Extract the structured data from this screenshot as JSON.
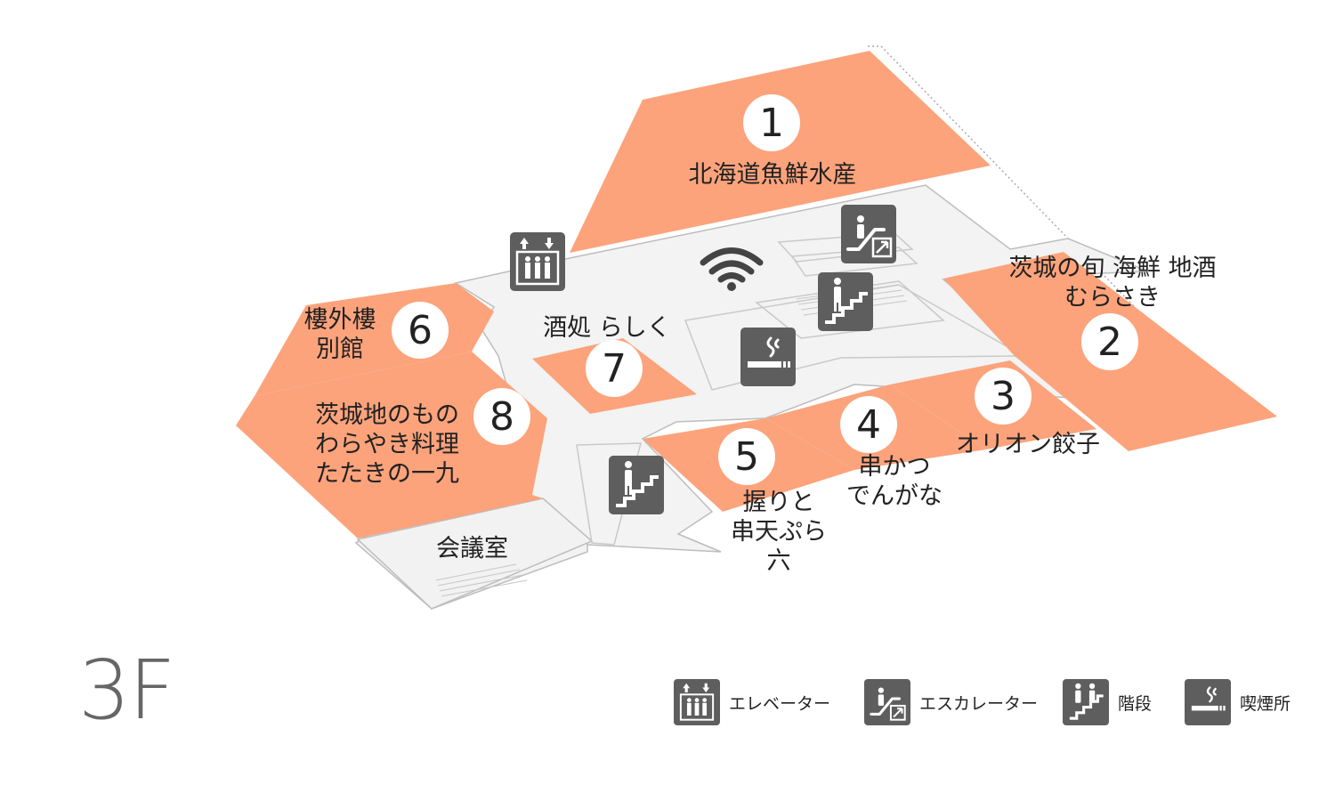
{
  "floor": "3F",
  "shops": [
    {
      "num": "1",
      "lines": [
        "北海道魚鮮水産"
      ]
    },
    {
      "num": "2",
      "lines": [
        "茨城の旬 海鮮 地酒",
        "むらさき"
      ]
    },
    {
      "num": "3",
      "lines": [
        "オリオン餃子"
      ]
    },
    {
      "num": "4",
      "lines": [
        "串かつ",
        "でんがな"
      ]
    },
    {
      "num": "5",
      "lines": [
        "握りと",
        "串天ぷら",
        "六"
      ]
    },
    {
      "num": "6",
      "lines": [
        "樓外樓",
        "別館"
      ]
    },
    {
      "num": "7",
      "lines": [
        "酒処 らしく"
      ]
    },
    {
      "num": "8",
      "lines": [
        "茨城地のもの",
        "わらやき料理",
        "たたきの一九"
      ]
    }
  ],
  "rooms": {
    "meeting_room": "会議室"
  },
  "legend": [
    {
      "icon": "elevator-icon",
      "label": "エレベーター"
    },
    {
      "icon": "escalator-icon",
      "label": "エスカレーター"
    },
    {
      "icon": "stairs-icon",
      "label": "階段"
    },
    {
      "icon": "smoking-icon",
      "label": "喫煙所"
    }
  ],
  "colors": {
    "shop": "#fca37c",
    "corridor": "#f2f3f2",
    "icon_bg": "#5e5e5e",
    "outline": "#bdbdbd"
  }
}
